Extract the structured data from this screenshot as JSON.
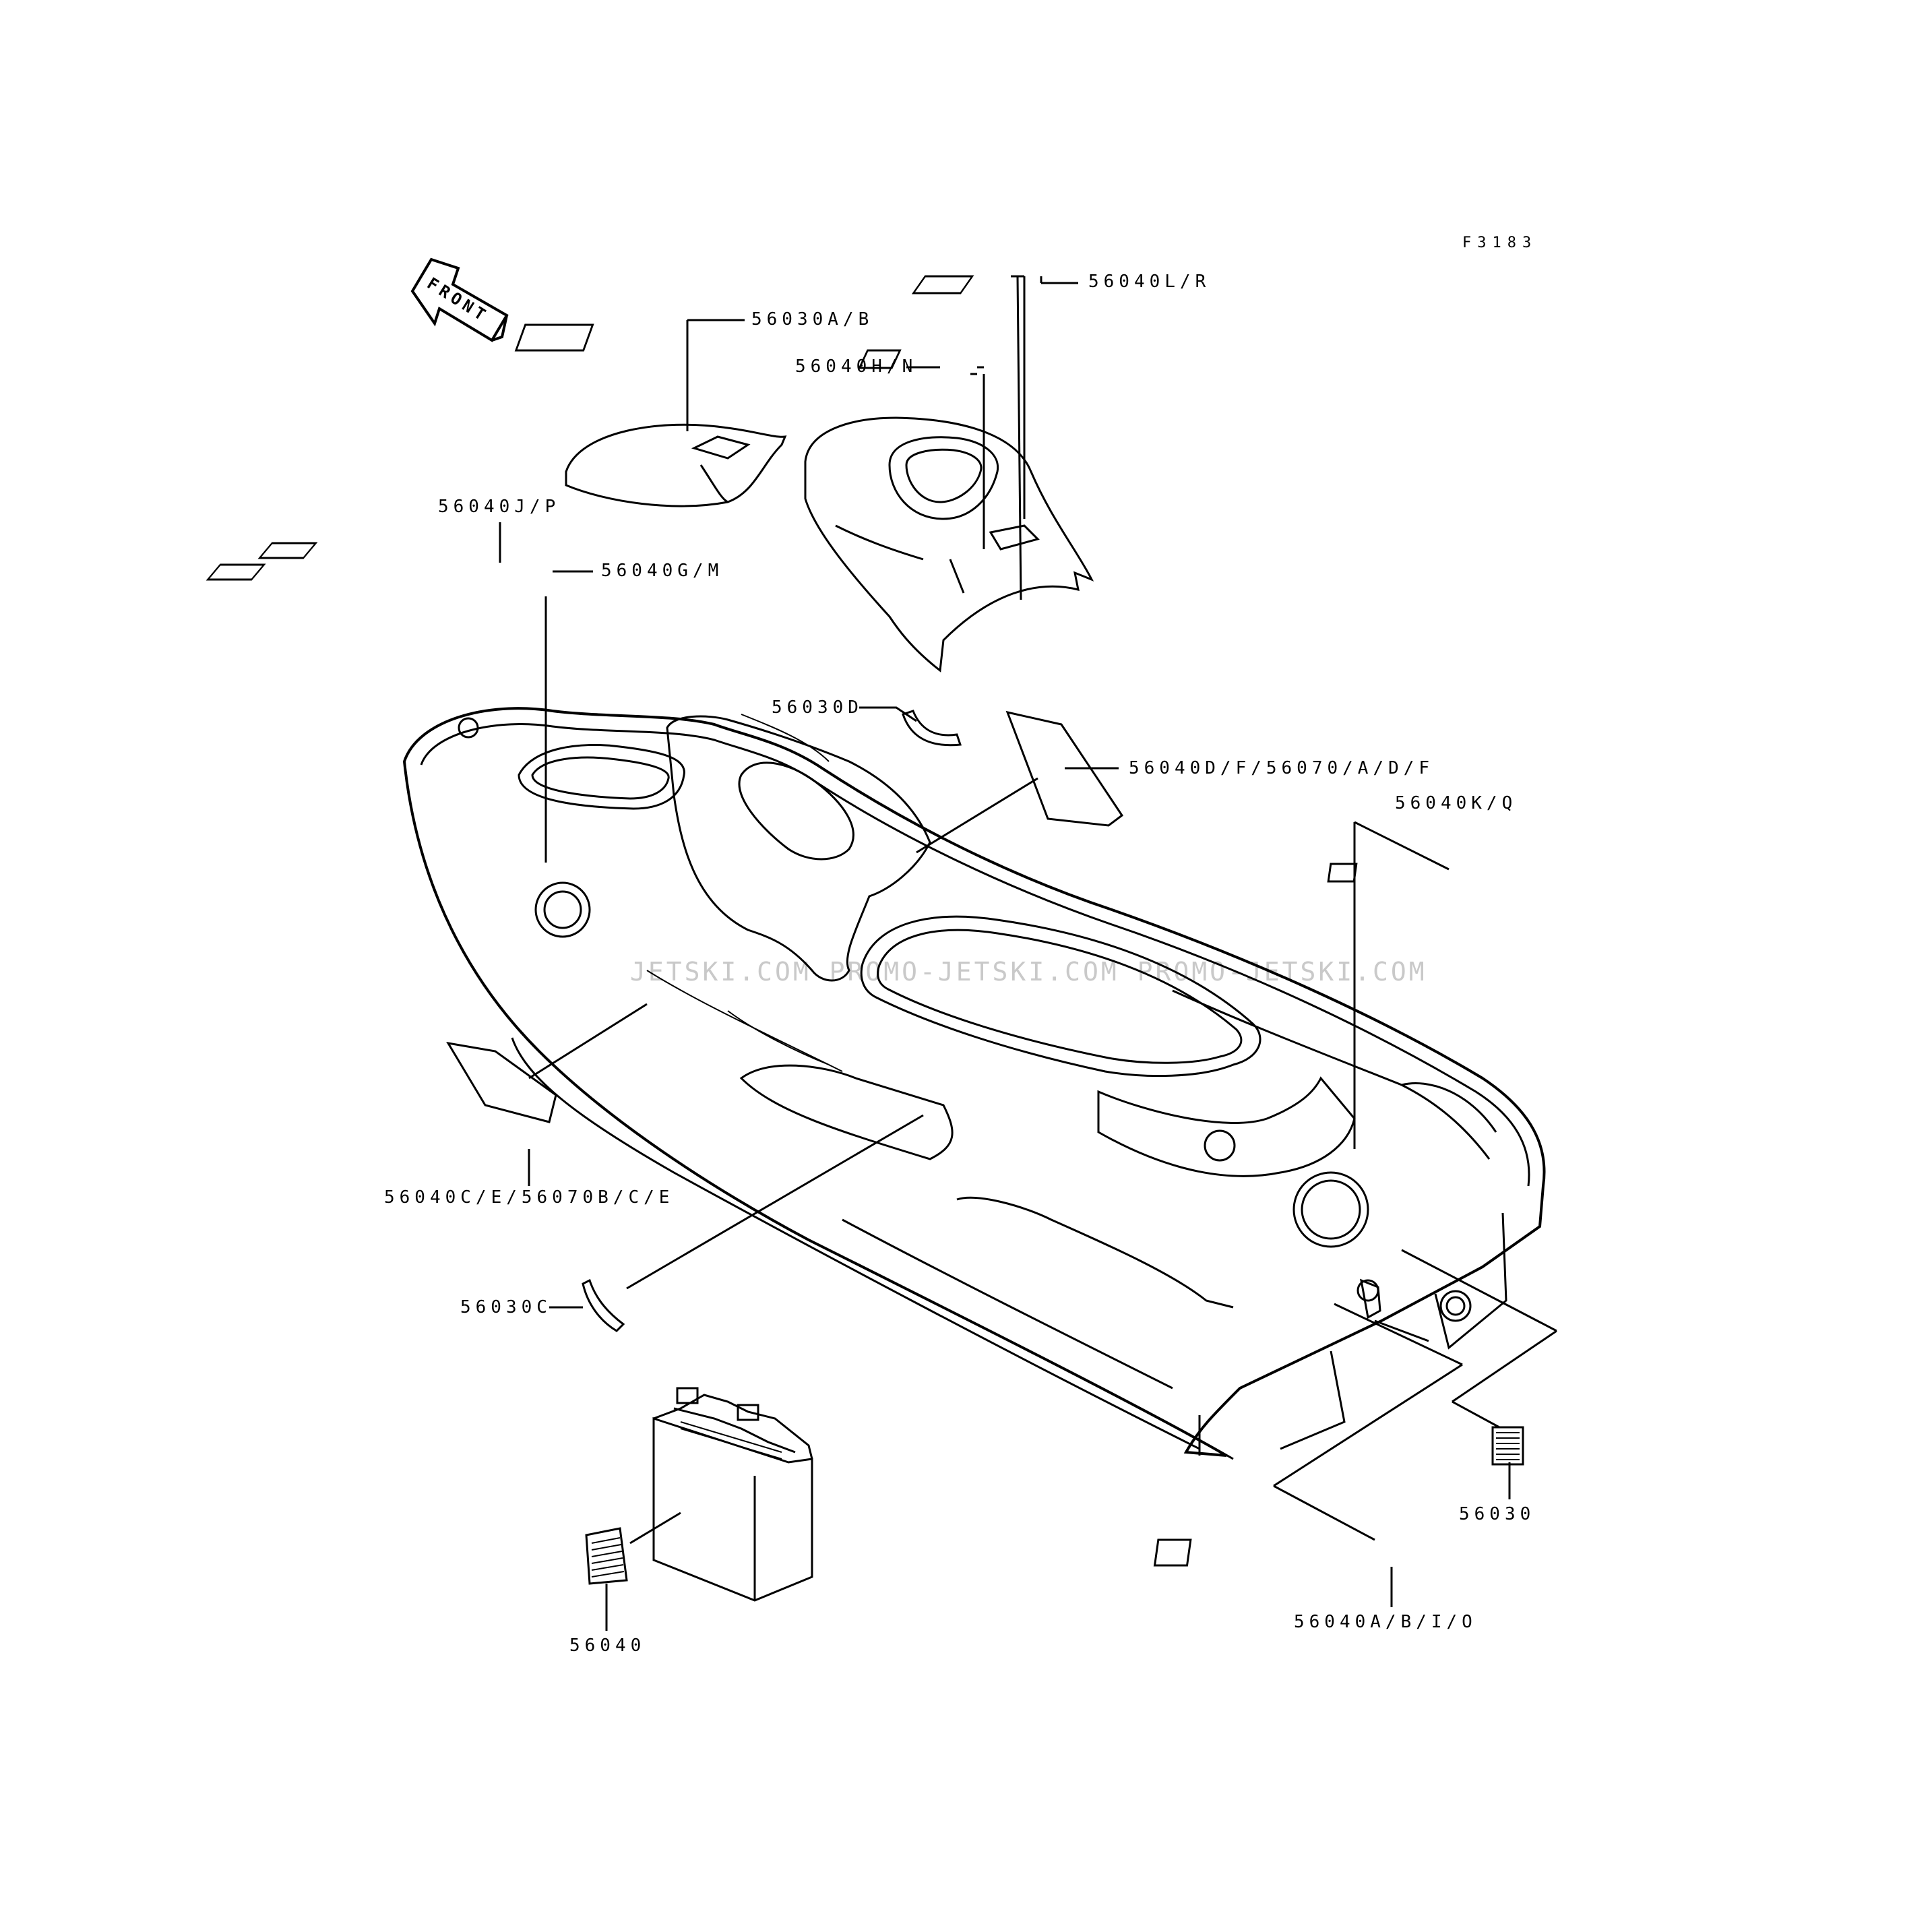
{
  "figure_code": "F3183",
  "front_arrow_label": "FRONT",
  "watermark": "JETSKI.COM  PROMO-JETSKI.COM  PROMO-JETSKI.COM",
  "callouts": {
    "c56040LR": "56040L/R",
    "c56030AB": "56030A/B",
    "c56040HN": "56040H/N",
    "c56040JP": "56040J/P",
    "c56040GM": "56040G/M",
    "c56030D": "56030D",
    "c56040DF": "56040D/F/56070/A/D/F",
    "c56040KQ": "56040K/Q",
    "c56040CE": "56040C/E/56070B/C/E",
    "c56030C": "56030C",
    "c56030": "56030",
    "c56040": "56040",
    "c56040ABIO": "56040A/B/I/O"
  }
}
